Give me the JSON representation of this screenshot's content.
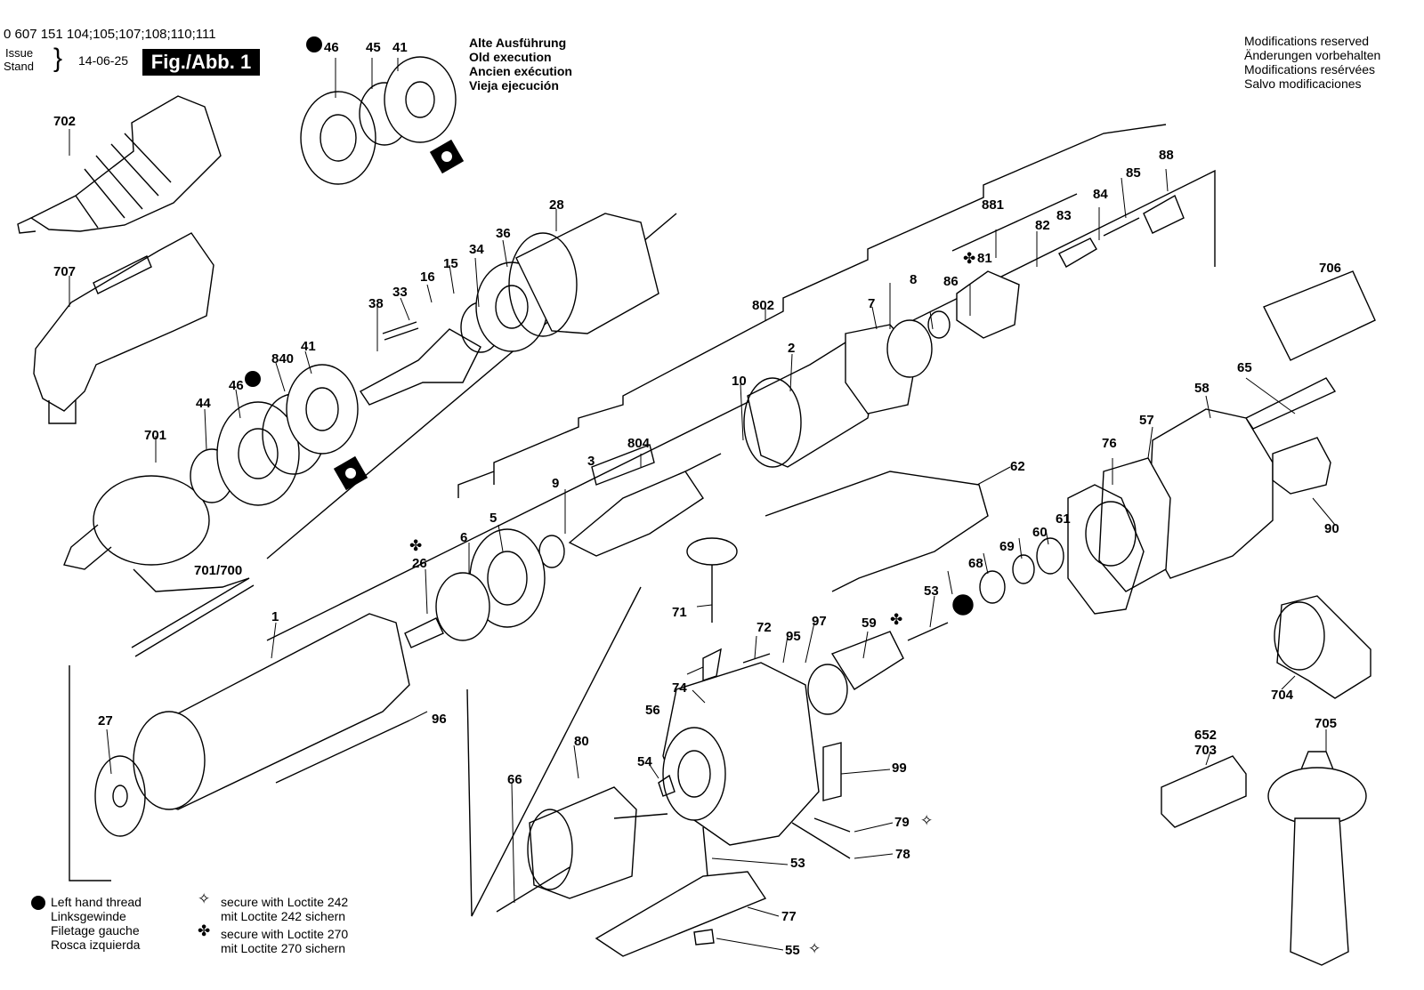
{
  "header": {
    "model_numbers": "0 607 151 104;105;107;108;110;111",
    "issue": "Issue",
    "stand": "Stand",
    "date": "14-06-25",
    "figure": "Fig./Abb. 1"
  },
  "old_execution": [
    "Alte Ausführung",
    "Old execution",
    "Ancien exécution",
    "Vieja ejecución"
  ],
  "modifications": [
    "Modifications reserved",
    "Änderungen vorbehalten",
    "Modifications resérvées",
    "Salvo modificaciones"
  ],
  "legend": {
    "left_thread": [
      "Left hand thread",
      "Linksgewinde",
      "Filetage gauche",
      "Rosca izquierda"
    ],
    "loctite_242": [
      "secure with Loctite 242",
      "mit Loctite 242 sichern"
    ],
    "loctite_270": [
      "secure with Loctite 270",
      "mit Loctite 270 sichern"
    ]
  },
  "parts": [
    "702",
    "707",
    "701",
    "701/700",
    "44",
    "46",
    "840",
    "41",
    "38",
    "33",
    "16",
    "15",
    "34",
    "36",
    "28",
    "45",
    "41",
    "46",
    "802",
    "10",
    "2",
    "7",
    "8",
    "86",
    "81",
    "82",
    "83",
    "881",
    "84",
    "85",
    "88",
    "706",
    "65",
    "58",
    "57",
    "76",
    "90",
    "3",
    "804",
    "9",
    "5",
    "6",
    "26",
    "1",
    "27",
    "96",
    "62",
    "68",
    "69",
    "60",
    "61",
    "53",
    "59",
    "71",
    "72",
    "95",
    "97",
    "74",
    "56",
    "54",
    "80",
    "66",
    "53",
    "77",
    "55",
    "99",
    "79",
    "78",
    "704",
    "652",
    "703",
    "705"
  ],
  "colors": {
    "ink": "#000000",
    "paper": "#ffffff"
  }
}
